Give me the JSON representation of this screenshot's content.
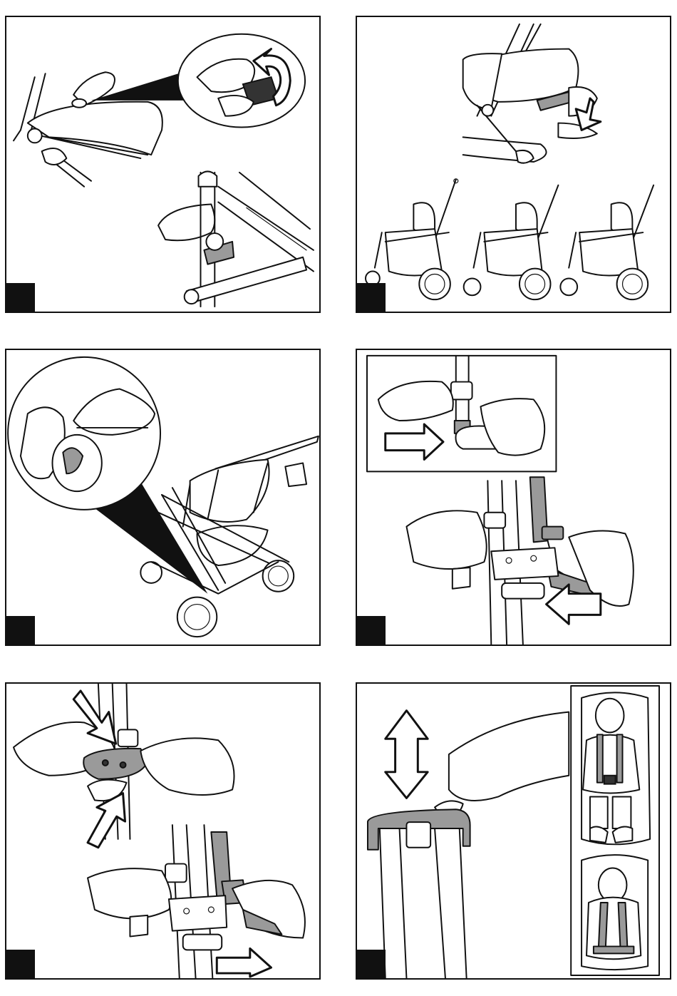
{
  "panels": [
    {
      "id": "panel-1",
      "description_free": true
    },
    {
      "id": "panel-2"
    },
    {
      "id": "panel-3"
    },
    {
      "id": "panel-4"
    },
    {
      "id": "panel-5"
    },
    {
      "id": "panel-6"
    }
  ]
}
